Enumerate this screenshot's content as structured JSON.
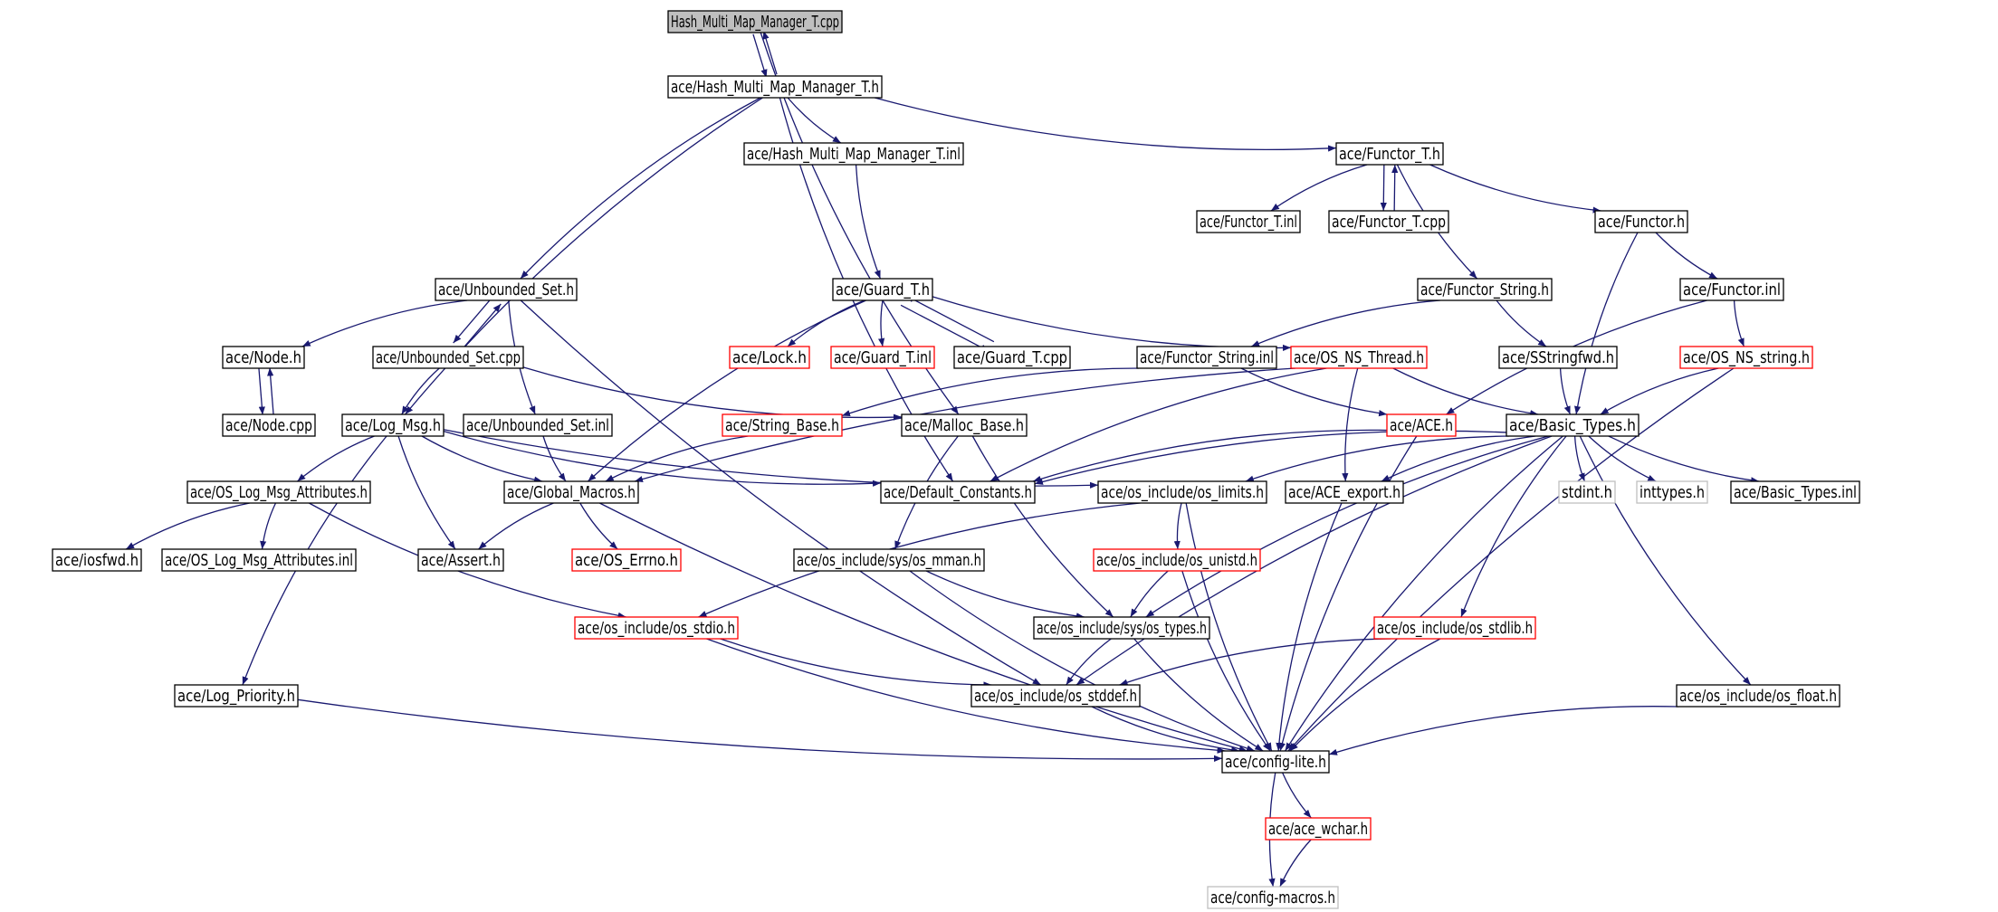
{
  "graph": {
    "edge_color": "#191970",
    "node_border_colors": {
      "normal": "#000000",
      "undocumented": "#ff0000",
      "system": "#bfbfbf",
      "root_fill": "#bfbfbf"
    },
    "nodes": [
      {
        "id": "hmm_cpp",
        "label": "Hash_Multi_Map_Manager_T.cpp",
        "kind": "root"
      },
      {
        "id": "hmm_h",
        "label": "ace/Hash_Multi_Map_Manager_T.h",
        "kind": "normal"
      },
      {
        "id": "hmm_inl",
        "label": "ace/Hash_Multi_Map_Manager_T.inl",
        "kind": "normal"
      },
      {
        "id": "functor_t_h",
        "label": "ace/Functor_T.h",
        "kind": "normal"
      },
      {
        "id": "functor_t_inl",
        "label": "ace/Functor_T.inl",
        "kind": "normal"
      },
      {
        "id": "functor_t_cpp",
        "label": "ace/Functor_T.cpp",
        "kind": "normal"
      },
      {
        "id": "functor_h",
        "label": "ace/Functor.h",
        "kind": "normal"
      },
      {
        "id": "unbounded_set_h",
        "label": "ace/Unbounded_Set.h",
        "kind": "normal"
      },
      {
        "id": "guard_t_h",
        "label": "ace/Guard_T.h",
        "kind": "normal"
      },
      {
        "id": "functor_string_h",
        "label": "ace/Functor_String.h",
        "kind": "normal"
      },
      {
        "id": "functor_inl",
        "label": "ace/Functor.inl",
        "kind": "normal"
      },
      {
        "id": "node_h",
        "label": "ace/Node.h",
        "kind": "normal"
      },
      {
        "id": "unbounded_set_cpp",
        "label": "ace/Unbounded_Set.cpp",
        "kind": "normal"
      },
      {
        "id": "lock_h",
        "label": "ace/Lock.h",
        "kind": "undocumented"
      },
      {
        "id": "guard_t_inl",
        "label": "ace/Guard_T.inl",
        "kind": "undocumented"
      },
      {
        "id": "guard_t_cpp",
        "label": "ace/Guard_T.cpp",
        "kind": "normal"
      },
      {
        "id": "functor_string_inl",
        "label": "ace/Functor_String.inl",
        "kind": "normal"
      },
      {
        "id": "os_ns_thread_h",
        "label": "ace/OS_NS_Thread.h",
        "kind": "undocumented"
      },
      {
        "id": "sstringfwd_h",
        "label": "ace/SStringfwd.h",
        "kind": "normal"
      },
      {
        "id": "os_ns_string_h",
        "label": "ace/OS_NS_string.h",
        "kind": "undocumented"
      },
      {
        "id": "node_cpp",
        "label": "ace/Node.cpp",
        "kind": "normal"
      },
      {
        "id": "log_msg_h",
        "label": "ace/Log_Msg.h",
        "kind": "normal"
      },
      {
        "id": "unbounded_set_inl",
        "label": "ace/Unbounded_Set.inl",
        "kind": "normal"
      },
      {
        "id": "string_base_h",
        "label": "ace/String_Base.h",
        "kind": "undocumented"
      },
      {
        "id": "malloc_base_h",
        "label": "ace/Malloc_Base.h",
        "kind": "normal"
      },
      {
        "id": "ace_h",
        "label": "ace/ACE.h",
        "kind": "undocumented"
      },
      {
        "id": "basic_types_h",
        "label": "ace/Basic_Types.h",
        "kind": "normal"
      },
      {
        "id": "os_log_msg_attr_h",
        "label": "ace/OS_Log_Msg_Attributes.h",
        "kind": "normal"
      },
      {
        "id": "global_macros_h",
        "label": "ace/Global_Macros.h",
        "kind": "normal"
      },
      {
        "id": "default_constants_h",
        "label": "ace/Default_Constants.h",
        "kind": "normal"
      },
      {
        "id": "os_limits_h",
        "label": "ace/os_include/os_limits.h",
        "kind": "normal"
      },
      {
        "id": "ace_export_h",
        "label": "ace/ACE_export.h",
        "kind": "normal"
      },
      {
        "id": "stdint_h",
        "label": "stdint.h",
        "kind": "system"
      },
      {
        "id": "inttypes_h",
        "label": "inttypes.h",
        "kind": "system"
      },
      {
        "id": "basic_types_inl",
        "label": "ace/Basic_Types.inl",
        "kind": "normal"
      },
      {
        "id": "iosfwd_h",
        "label": "ace/iosfwd.h",
        "kind": "normal"
      },
      {
        "id": "os_log_msg_attr_inl",
        "label": "ace/OS_Log_Msg_Attributes.inl",
        "kind": "normal"
      },
      {
        "id": "assert_h",
        "label": "ace/Assert.h",
        "kind": "normal"
      },
      {
        "id": "os_errno_h",
        "label": "ace/OS_Errno.h",
        "kind": "undocumented"
      },
      {
        "id": "os_mman_h",
        "label": "ace/os_include/sys/os_mman.h",
        "kind": "normal"
      },
      {
        "id": "os_unistd_h",
        "label": "ace/os_include/os_unistd.h",
        "kind": "undocumented"
      },
      {
        "id": "os_stdio_h",
        "label": "ace/os_include/os_stdio.h",
        "kind": "undocumented"
      },
      {
        "id": "os_types_h",
        "label": "ace/os_include/sys/os_types.h",
        "kind": "normal"
      },
      {
        "id": "os_stdlib_h",
        "label": "ace/os_include/os_stdlib.h",
        "kind": "undocumented"
      },
      {
        "id": "log_priority_h",
        "label": "ace/Log_Priority.h",
        "kind": "normal"
      },
      {
        "id": "os_stddef_h",
        "label": "ace/os_include/os_stddef.h",
        "kind": "normal"
      },
      {
        "id": "os_float_h",
        "label": "ace/os_include/os_float.h",
        "kind": "normal"
      },
      {
        "id": "config_lite_h",
        "label": "ace/config-lite.h",
        "kind": "normal"
      },
      {
        "id": "ace_wchar_h",
        "label": "ace/ace_wchar.h",
        "kind": "undocumented"
      },
      {
        "id": "config_macros_h",
        "label": "ace/config-macros.h",
        "kind": "system"
      }
    ],
    "edges": [
      [
        "hmm_cpp",
        "hmm_h"
      ],
      [
        "hmm_h",
        "hmm_cpp"
      ],
      [
        "hmm_cpp",
        "malloc_base_h"
      ],
      [
        "hmm_h",
        "hmm_inl"
      ],
      [
        "hmm_h",
        "functor_t_h"
      ],
      [
        "hmm_h",
        "unbounded_set_h"
      ],
      [
        "hmm_h",
        "log_msg_h"
      ],
      [
        "hmm_h",
        "default_constants_h"
      ],
      [
        "hmm_inl",
        "guard_t_h"
      ],
      [
        "functor_t_h",
        "functor_t_inl"
      ],
      [
        "functor_t_h",
        "functor_t_cpp"
      ],
      [
        "functor_t_cpp",
        "functor_t_h"
      ],
      [
        "functor_t_h",
        "functor_h"
      ],
      [
        "functor_t_h",
        "functor_string_h"
      ],
      [
        "functor_h",
        "functor_inl"
      ],
      [
        "functor_h",
        "basic_types_h"
      ],
      [
        "functor_inl",
        "ace_h"
      ],
      [
        "functor_inl",
        "os_ns_string_h"
      ],
      [
        "functor_string_h",
        "functor_string_inl"
      ],
      [
        "functor_string_h",
        "sstringfwd_h"
      ],
      [
        "functor_string_inl",
        "ace_h"
      ],
      [
        "functor_string_inl",
        "string_base_h"
      ],
      [
        "sstringfwd_h",
        "basic_types_h"
      ],
      [
        "os_ns_string_h",
        "basic_types_h"
      ],
      [
        "os_ns_string_h",
        "config_lite_h"
      ],
      [
        "unbounded_set_h",
        "node_h"
      ],
      [
        "unbounded_set_h",
        "unbounded_set_cpp"
      ],
      [
        "unbounded_set_cpp",
        "unbounded_set_h"
      ],
      [
        "unbounded_set_h",
        "unbounded_set_inl"
      ],
      [
        "unbounded_set_h",
        "os_stddef_h"
      ],
      [
        "node_h",
        "node_cpp"
      ],
      [
        "node_cpp",
        "node_h"
      ],
      [
        "unbounded_set_cpp",
        "log_msg_h"
      ],
      [
        "unbounded_set_cpp",
        "malloc_base_h"
      ],
      [
        "unbounded_set_inl",
        "global_macros_h"
      ],
      [
        "guard_t_h",
        "lock_h"
      ],
      [
        "guard_t_h",
        "guard_t_inl"
      ],
      [
        "guard_t_h",
        "guard_t_cpp"
      ],
      [
        "guard_t_cpp",
        "guard_t_h"
      ],
      [
        "guard_t_h",
        "os_ns_thread_h"
      ],
      [
        "guard_t_h",
        "global_macros_h"
      ],
      [
        "os_ns_thread_h",
        "ace_export_h"
      ],
      [
        "os_ns_thread_h",
        "basic_types_h"
      ],
      [
        "os_ns_thread_h",
        "default_constants_h"
      ],
      [
        "os_ns_thread_h",
        "global_macros_h"
      ],
      [
        "ace_h",
        "default_constants_h"
      ],
      [
        "ace_h",
        "config_lite_h"
      ],
      [
        "malloc_base_h",
        "os_mman_h"
      ],
      [
        "malloc_base_h",
        "os_types_h"
      ],
      [
        "string_base_h",
        "global_macros_h"
      ],
      [
        "log_msg_h",
        "os_log_msg_attr_h"
      ],
      [
        "log_msg_h",
        "global_macros_h"
      ],
      [
        "log_msg_h",
        "assert_h"
      ],
      [
        "log_msg_h",
        "default_constants_h"
      ],
      [
        "log_msg_h",
        "os_limits_h"
      ],
      [
        "log_msg_h",
        "log_priority_h"
      ],
      [
        "os_log_msg_attr_h",
        "iosfwd_h"
      ],
      [
        "os_log_msg_attr_h",
        "os_log_msg_attr_inl"
      ],
      [
        "os_log_msg_attr_h",
        "os_stdio_h"
      ],
      [
        "global_macros_h",
        "assert_h"
      ],
      [
        "global_macros_h",
        "os_errno_h"
      ],
      [
        "global_macros_h",
        "config_lite_h"
      ],
      [
        "basic_types_h",
        "stdint_h"
      ],
      [
        "basic_types_h",
        "inttypes_h"
      ],
      [
        "basic_types_h",
        "basic_types_inl"
      ],
      [
        "basic_types_h",
        "ace_export_h"
      ],
      [
        "basic_types_h",
        "os_limits_h"
      ],
      [
        "basic_types_h",
        "os_types_h"
      ],
      [
        "basic_types_h",
        "os_stdlib_h"
      ],
      [
        "basic_types_h",
        "os_float_h"
      ],
      [
        "basic_types_h",
        "config_lite_h"
      ],
      [
        "basic_types_h",
        "os_stddef_h"
      ],
      [
        "basic_types_h",
        "default_constants_h"
      ],
      [
        "os_limits_h",
        "os_unistd_h"
      ],
      [
        "os_limits_h",
        "os_stdio_h"
      ],
      [
        "os_limits_h",
        "config_lite_h"
      ],
      [
        "ace_export_h",
        "config_lite_h"
      ],
      [
        "os_mman_h",
        "os_types_h"
      ],
      [
        "os_mman_h",
        "config_lite_h"
      ],
      [
        "os_unistd_h",
        "os_types_h"
      ],
      [
        "os_unistd_h",
        "config_lite_h"
      ],
      [
        "os_stdio_h",
        "os_stddef_h"
      ],
      [
        "os_stdio_h",
        "config_lite_h"
      ],
      [
        "os_types_h",
        "os_stddef_h"
      ],
      [
        "os_types_h",
        "config_lite_h"
      ],
      [
        "os_stdlib_h",
        "os_stddef_h"
      ],
      [
        "os_stdlib_h",
        "config_lite_h"
      ],
      [
        "os_stddef_h",
        "config_lite_h"
      ],
      [
        "log_priority_h",
        "config_lite_h"
      ],
      [
        "os_float_h",
        "config_lite_h"
      ],
      [
        "config_lite_h",
        "ace_wchar_h"
      ],
      [
        "config_lite_h",
        "config_macros_h"
      ],
      [
        "ace_wchar_h",
        "config_macros_h"
      ]
    ]
  }
}
